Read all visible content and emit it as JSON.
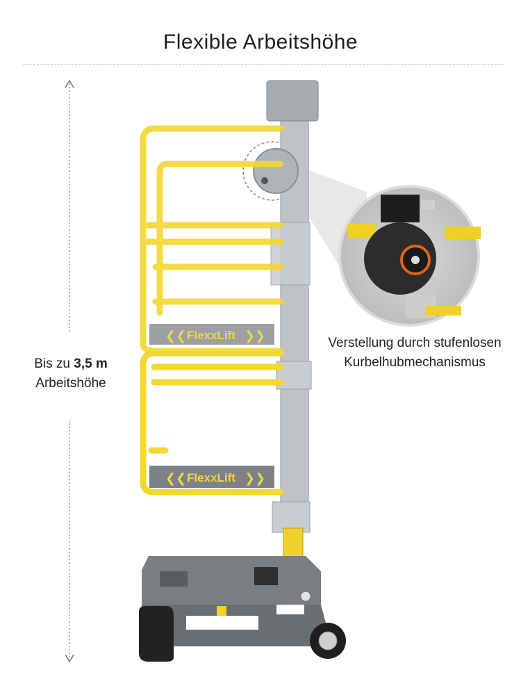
{
  "header": {
    "title": "Flexible Arbeitshöhe"
  },
  "height_label": {
    "prefix": "Bis zu",
    "value": "3,5 m",
    "suffix": "Arbeitshöhe"
  },
  "callout": {
    "line1": "Verstellung durch stufenlosen",
    "line2": "Kurbelhubmechanismus"
  },
  "brand": {
    "logo_text": "FlexxLift"
  },
  "colors": {
    "rail_yellow": "#f3d832",
    "mast_grey": "#b9bcc0",
    "base_grey": "#6b6f73",
    "dark": "#2a2a2a",
    "accent_orange": "#e2631e"
  }
}
